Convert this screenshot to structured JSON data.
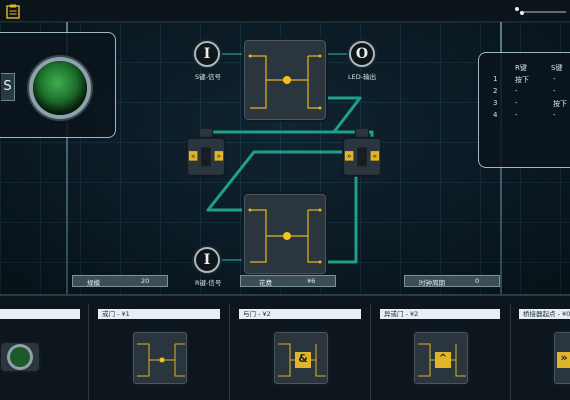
{
  "toolbar": {
    "clipboard_icon": "clipboard-icon",
    "slider_icon": "slider-icon"
  },
  "left_panel": {
    "button_label": "S",
    "light_color": "#2e9a3e"
  },
  "truth_table": {
    "headers": [
      "R键",
      "S键"
    ],
    "rows": [
      {
        "n": "1",
        "r": "按下",
        "s": "-"
      },
      {
        "n": "2",
        "r": "-",
        "s": "-"
      },
      {
        "n": "3",
        "r": "-",
        "s": "按下"
      },
      {
        "n": "4",
        "r": "-",
        "s": "-"
      }
    ]
  },
  "io": {
    "s_input": {
      "symbol": "I",
      "label": "S键-信号"
    },
    "led_output": {
      "symbol": "O",
      "label": "LED-输出"
    },
    "r_input": {
      "symbol": "I",
      "label": "R键-信号"
    }
  },
  "info": {
    "scale_label": "规模",
    "scale_value": "20",
    "cost_label": "花费",
    "cost_value": "¥6",
    "clock_label": "时钟周期",
    "clock_value": "0"
  },
  "tray": {
    "items": [
      {
        "title": ""
      },
      {
        "title": "或门 - ¥1"
      },
      {
        "title": "与门 - ¥2"
      },
      {
        "title": "异或门 - ¥2"
      },
      {
        "title": "桥接器起点 - ¥0"
      }
    ],
    "and_symbol": "&",
    "xor_symbol": "^",
    "bridge_symbol": "»"
  },
  "colors": {
    "wire": "#1fa08a",
    "gate_trace": "#e0b528",
    "node": "#f2c418"
  }
}
